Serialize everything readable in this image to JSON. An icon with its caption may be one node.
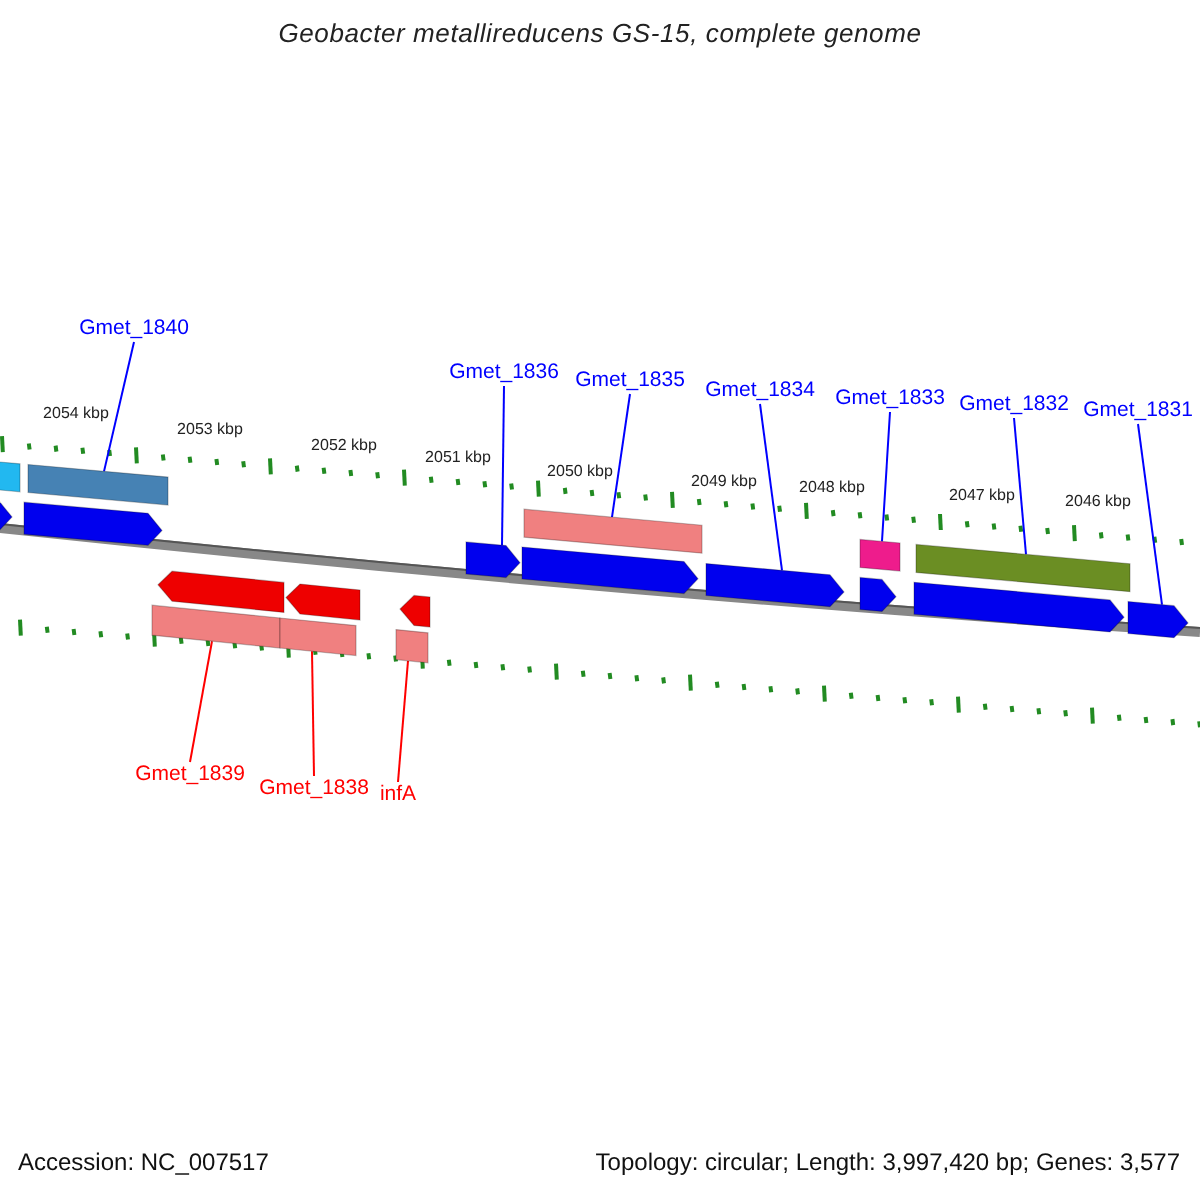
{
  "diagram": {
    "title": "Geobacter metallireducens GS-15, complete genome",
    "nodes": [
      {
        "text": [
          "Gmet_1840"
        ]
      },
      {
        "text": [
          "Gmet_1836"
        ]
      },
      {
        "text": [
          "Gmet_1835"
        ]
      },
      {
        "text": [
          "Gmet_1834"
        ]
      },
      {
        "text": [
          "Gmet_1833"
        ]
      },
      {
        "text": [
          "Gmet_1832"
        ]
      },
      {
        "text": [
          "Gmet_1831"
        ]
      },
      {
        "text": [
          "Gmet_1839"
        ]
      },
      {
        "text": [
          "Gmet_1838"
        ]
      },
      {
        "text": [
          "infA"
        ]
      },
      {
        "text": [],
        "shape": "bar"
      },
      {
        "text": [],
        "shape": "bar"
      },
      {
        "text": [],
        "shape": "bar"
      },
      {
        "text": [],
        "shape": "bar"
      },
      {
        "text": [],
        "shape": "bar"
      },
      {
        "text": [],
        "shape": "pentagon"
      },
      {
        "text": [],
        "shape": "pentagon"
      },
      {
        "text": [],
        "shape": "pentagon"
      },
      {
        "text": [],
        "shape": "pentagon"
      },
      {
        "text": [],
        "shape": "pentagon"
      },
      {
        "text": [],
        "shape": "pentagon"
      },
      {
        "text": [],
        "shape": "pentagon"
      },
      {
        "text": [],
        "shape": "pentagon"
      },
      {
        "text": [],
        "shape": "pentagon"
      },
      {
        "text": [],
        "shape": "pentagon"
      },
      {
        "text": [],
        "shape": "pentagon"
      },
      {
        "text": [],
        "shape": "bar"
      },
      {
        "text": [],
        "shape": "bar"
      },
      {
        "text": [],
        "shape": "bar"
      }
    ],
    "edges": [
      {
        "from": 0,
        "to": 11,
        "arrow": "none"
      },
      {
        "from": 1,
        "to": 17,
        "arrow": "none"
      },
      {
        "from": 2,
        "to": 12,
        "arrow": "none"
      },
      {
        "from": 3,
        "to": 19,
        "arrow": "none"
      },
      {
        "from": 4,
        "to": 13,
        "arrow": "none"
      },
      {
        "from": 5,
        "to": 14,
        "arrow": "none"
      },
      {
        "from": 6,
        "to": 22,
        "arrow": "none"
      },
      {
        "from": 7,
        "to": 26,
        "arrow": "none",
        "color": "#ff0000"
      },
      {
        "from": 8,
        "to": 27,
        "arrow": "none",
        "color": "#ff0000"
      },
      {
        "from": 9,
        "to": 28,
        "arrow": "none",
        "color": "#ff0000"
      }
    ],
    "labels": [
      "2054 kbp",
      "2053 kbp",
      "2052 kbp",
      "2051 kbp",
      "2050 kbp",
      "2049 kbp",
      "2048 kbp",
      "2047 kbp",
      "2046 kbp",
      "Accession: NC_007517",
      "Topology: circular; Length: 3,997,420 bp; Genes: 3,577"
    ]
  }
}
